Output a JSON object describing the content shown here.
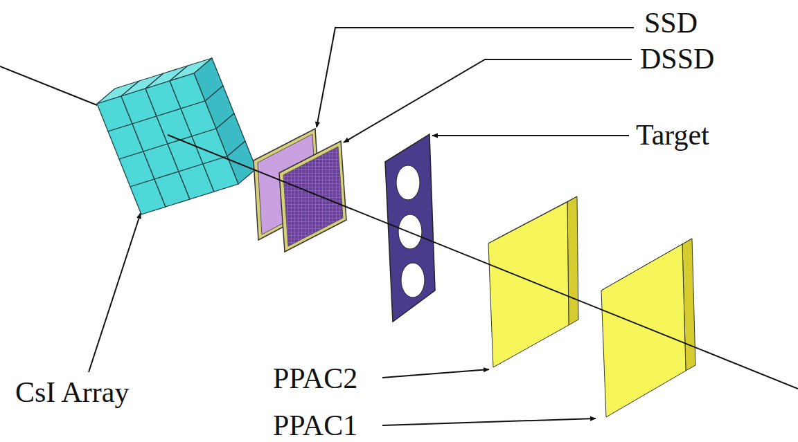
{
  "diagram": {
    "labels": [
      "SSD",
      "DSSD",
      "Target",
      "CsI Array",
      "PPAC2",
      "PPAC1"
    ]
  }
}
